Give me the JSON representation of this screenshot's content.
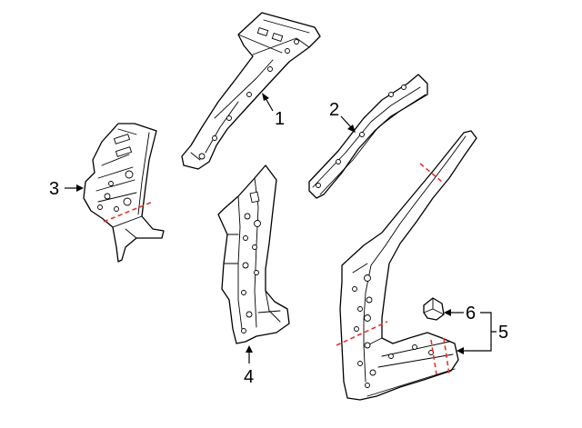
{
  "callouts": [
    {
      "id": "1",
      "text": "1"
    },
    {
      "id": "2",
      "text": "2"
    },
    {
      "id": "3",
      "text": "3"
    },
    {
      "id": "4",
      "text": "4"
    },
    {
      "id": "5",
      "text": "5"
    },
    {
      "id": "6",
      "text": "6"
    }
  ],
  "colors": {
    "line": "#000000",
    "cut_line": "#e8322a",
    "background": "#ffffff"
  }
}
